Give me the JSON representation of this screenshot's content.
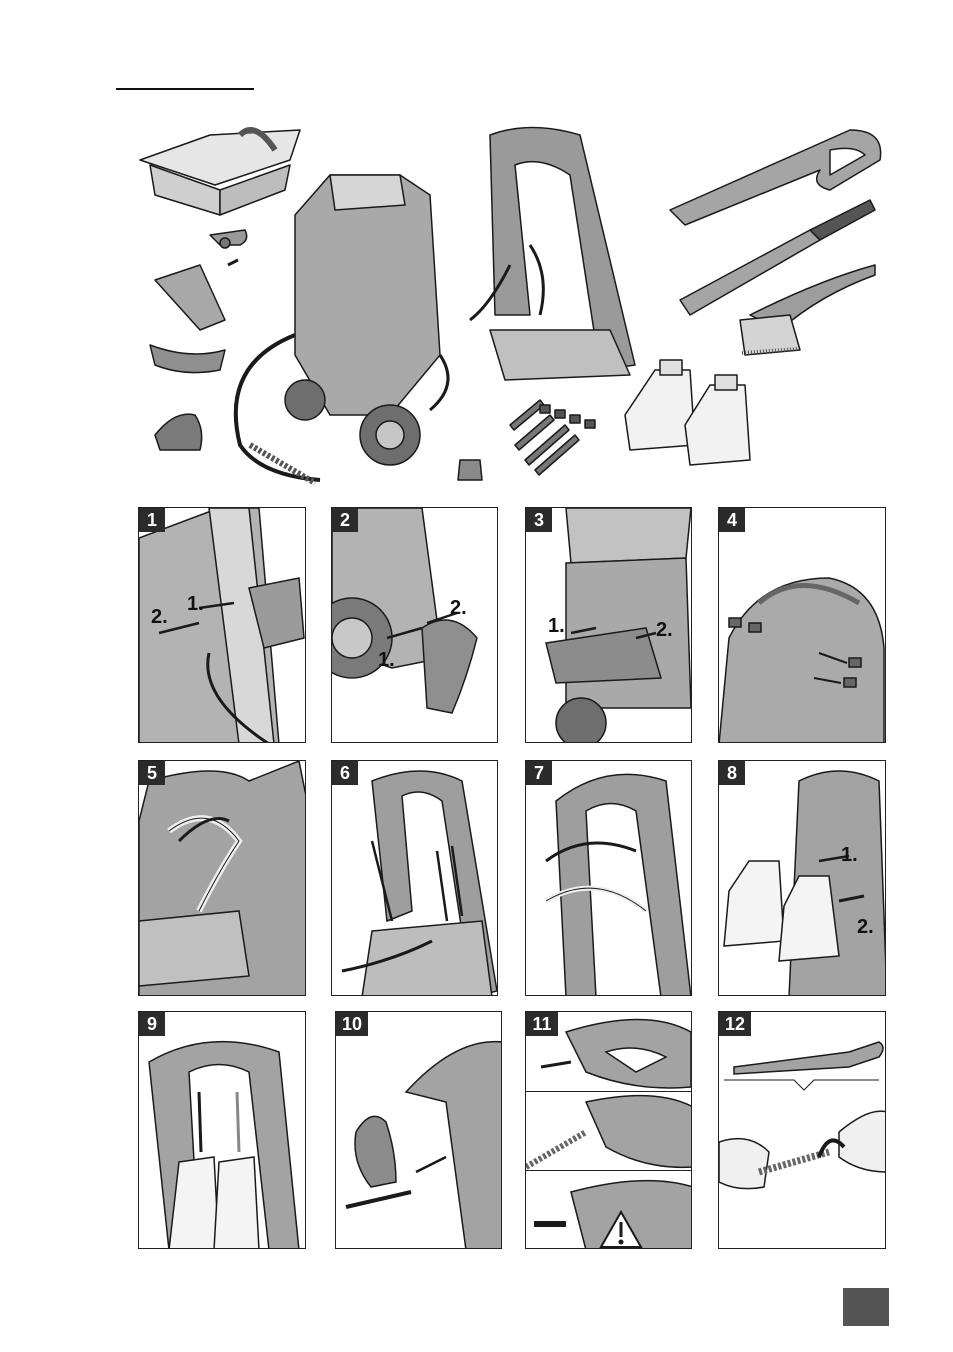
{
  "panels": [
    {
      "number": "1",
      "labels": [
        "1.",
        "2."
      ]
    },
    {
      "number": "2",
      "labels": [
        "1.",
        "2."
      ]
    },
    {
      "number": "3",
      "labels": [
        "1.",
        "2."
      ]
    },
    {
      "number": "4",
      "labels": []
    },
    {
      "number": "5",
      "labels": []
    },
    {
      "number": "6",
      "labels": []
    },
    {
      "number": "7",
      "labels": []
    },
    {
      "number": "8",
      "labels": [
        "1.",
        "2."
      ]
    },
    {
      "number": "9",
      "labels": []
    },
    {
      "number": "10",
      "labels": []
    },
    {
      "number": "11",
      "labels": []
    },
    {
      "number": "12",
      "labels": []
    }
  ],
  "icons": [
    "warning-triangle-icon",
    "rotate-arrow-icon",
    "push-arrow-icon"
  ],
  "colors": {
    "illustration_fill": "#a9a9a9",
    "illustration_light": "#d9d9d9",
    "illustration_dark": "#6e6e6e",
    "outline": "#1a1a1a",
    "badge": "#2b2b2b",
    "page_box": "#555555"
  }
}
